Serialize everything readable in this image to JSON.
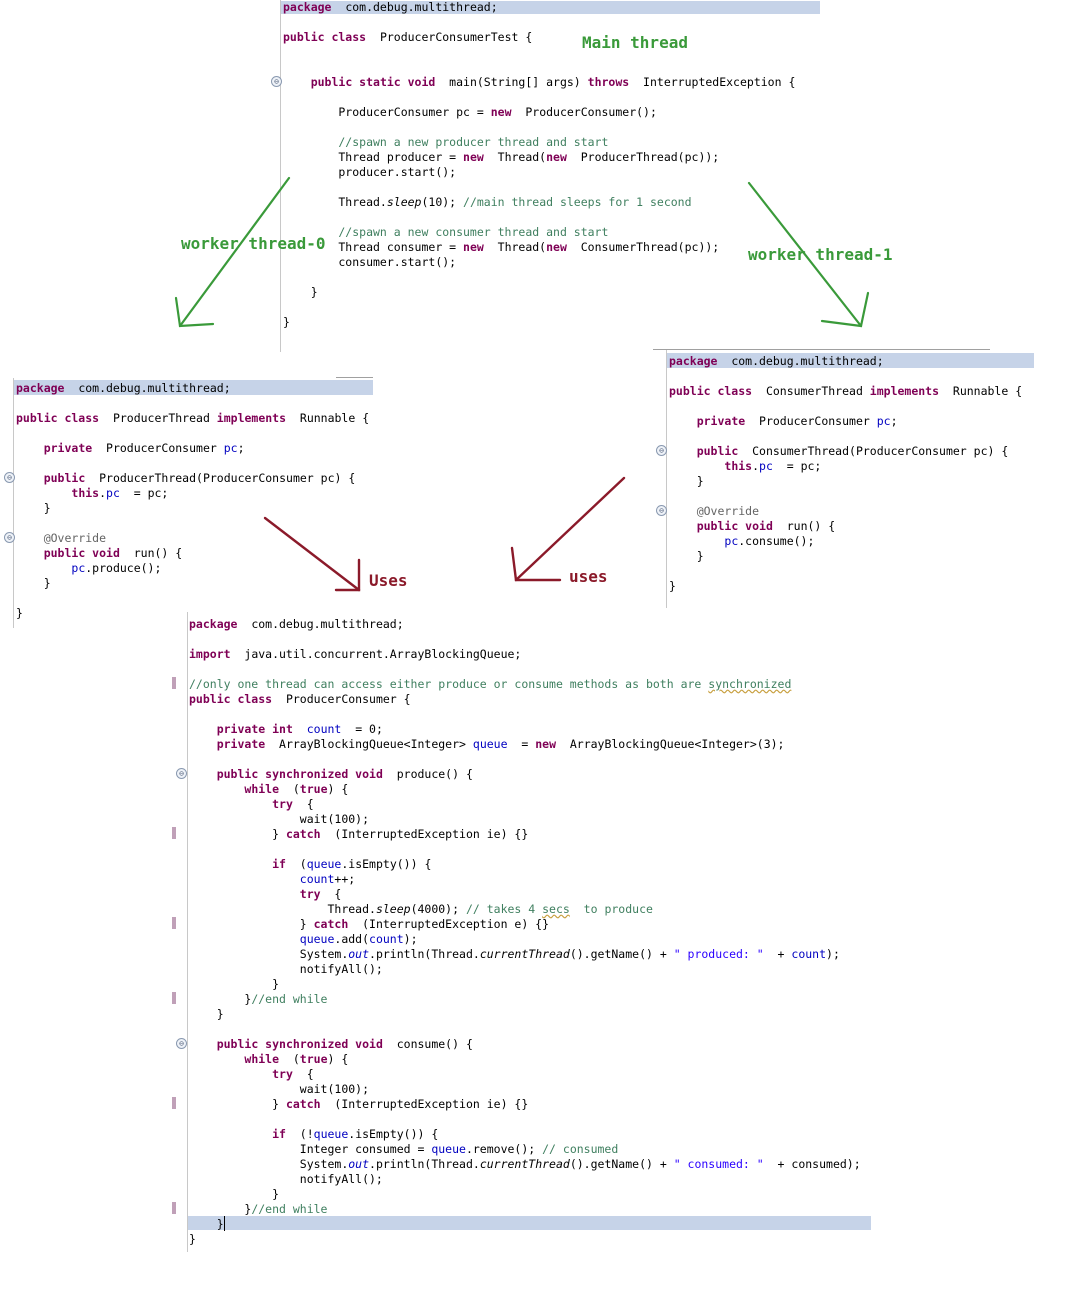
{
  "colors": {
    "keyword": "#7f0055",
    "field": "#0000c0",
    "comment": "#3f7f5f",
    "string": "#2a00ff",
    "annotation": "#646464",
    "green_arrow": "#3a9a3a",
    "red_arrow": "#8b1a2a",
    "line_highlight": "#c6d3e8"
  },
  "labels": {
    "main_thread": "Main thread",
    "worker0": "worker thread-0",
    "worker1": "worker thread-1",
    "uses_left": "Uses",
    "uses_right": "uses"
  },
  "main_code": [
    [
      [
        "k",
        "package"
      ],
      [
        "",
        "  com.debug.multithread;"
      ]
    ],
    [],
    [
      [
        "k",
        "public class"
      ],
      [
        "",
        "  ProducerConsumerTest {"
      ]
    ],
    [],
    [],
    [
      [
        "",
        "    "
      ],
      [
        "k",
        "public static void"
      ],
      [
        "",
        "  main(String[] args) "
      ],
      [
        "k",
        "throws"
      ],
      [
        "",
        "  InterruptedException {"
      ]
    ],
    [],
    [
      [
        "",
        "        ProducerConsumer pc = "
      ],
      [
        "k",
        "new"
      ],
      [
        "",
        "  ProducerConsumer();"
      ]
    ],
    [],
    [
      [
        "c",
        "        //spawn a new producer thread and start"
      ]
    ],
    [
      [
        "",
        "        Thread producer = "
      ],
      [
        "k",
        "new"
      ],
      [
        "",
        "  Thread("
      ],
      [
        "k",
        "new"
      ],
      [
        "",
        "  ProducerThread(pc));"
      ]
    ],
    [
      [
        "",
        "        producer.start();"
      ]
    ],
    [],
    [
      [
        "",
        "        Thread."
      ],
      [
        "i",
        "sleep"
      ],
      [
        "",
        "(10); "
      ],
      [
        "c",
        "//main thread sleeps for 1 second"
      ]
    ],
    [],
    [
      [
        "c",
        "        //spawn a new consumer thread and start"
      ]
    ],
    [
      [
        "",
        "        Thread consumer = "
      ],
      [
        "k",
        "new"
      ],
      [
        "",
        "  Thread("
      ],
      [
        "k",
        "new"
      ],
      [
        "",
        "  ConsumerThread(pc));"
      ]
    ],
    [
      [
        "",
        "        consumer.start();"
      ]
    ],
    [],
    [
      [
        "",
        "    }"
      ]
    ],
    [],
    [
      [
        "",
        "}"
      ]
    ]
  ],
  "producer_code": [
    [
      [
        "k",
        "package"
      ],
      [
        "",
        "  com.debug.multithread;"
      ]
    ],
    [],
    [
      [
        "k",
        "public class"
      ],
      [
        "",
        "  ProducerThread "
      ],
      [
        "k",
        "implements"
      ],
      [
        "",
        "  Runnable {"
      ]
    ],
    [],
    [
      [
        "",
        "    "
      ],
      [
        "k",
        "private"
      ],
      [
        "",
        "  ProducerConsumer "
      ],
      [
        "f",
        "pc"
      ],
      [
        "",
        ";"
      ]
    ],
    [],
    [
      [
        "",
        "    "
      ],
      [
        "k",
        "public"
      ],
      [
        "",
        "  ProducerThread(ProducerConsumer pc) {"
      ]
    ],
    [
      [
        "",
        "        "
      ],
      [
        "k",
        "this"
      ],
      [
        "",
        "."
      ],
      [
        "f",
        "pc"
      ],
      [
        "",
        "  = pc;"
      ]
    ],
    [
      [
        "",
        "    }"
      ]
    ],
    [],
    [
      [
        "a",
        "    @Override"
      ]
    ],
    [
      [
        "",
        "    "
      ],
      [
        "k",
        "public void"
      ],
      [
        "",
        "  run() {"
      ]
    ],
    [
      [
        "",
        "        "
      ],
      [
        "f",
        "pc"
      ],
      [
        "",
        ".produce();"
      ]
    ],
    [
      [
        "",
        "    }"
      ]
    ],
    [],
    [
      [
        "",
        "}"
      ]
    ]
  ],
  "consumer_code": [
    [
      [
        "k",
        "package"
      ],
      [
        "",
        "  com.debug.multithread;"
      ]
    ],
    [],
    [
      [
        "k",
        "public class"
      ],
      [
        "",
        "  ConsumerThread "
      ],
      [
        "k",
        "implements"
      ],
      [
        "",
        "  Runnable {"
      ]
    ],
    [],
    [
      [
        "",
        "    "
      ],
      [
        "k",
        "private"
      ],
      [
        "",
        "  ProducerConsumer "
      ],
      [
        "f",
        "pc"
      ],
      [
        "",
        ";"
      ]
    ],
    [],
    [
      [
        "",
        "    "
      ],
      [
        "k",
        "public"
      ],
      [
        "",
        "  ConsumerThread(ProducerConsumer pc) {"
      ]
    ],
    [
      [
        "",
        "        "
      ],
      [
        "k",
        "this"
      ],
      [
        "",
        "."
      ],
      [
        "f",
        "pc"
      ],
      [
        "",
        "  = pc;"
      ]
    ],
    [
      [
        "",
        "    }"
      ]
    ],
    [],
    [
      [
        "a",
        "    @Override"
      ]
    ],
    [
      [
        "",
        "    "
      ],
      [
        "k",
        "public void"
      ],
      [
        "",
        "  run() {"
      ]
    ],
    [
      [
        "",
        "        "
      ],
      [
        "f",
        "pc"
      ],
      [
        "",
        ".consume();"
      ]
    ],
    [
      [
        "",
        "    }"
      ]
    ],
    [],
    [
      [
        "",
        "}"
      ]
    ]
  ],
  "pc_code": [
    [
      [
        "k",
        "package"
      ],
      [
        "",
        "  com.debug.multithread;"
      ]
    ],
    [],
    [
      [
        "k",
        "import"
      ],
      [
        "",
        "  java.util.concurrent.ArrayBlockingQueue;"
      ]
    ],
    [],
    [
      [
        "c",
        "//only one thread can access either produce or consume methods as both are "
      ],
      [
        "cu",
        "synchronized"
      ]
    ],
    [
      [
        "k",
        "public class"
      ],
      [
        "",
        "  ProducerConsumer {"
      ]
    ],
    [],
    [
      [
        "",
        "    "
      ],
      [
        "k",
        "private int"
      ],
      [
        "",
        "  "
      ],
      [
        "f",
        "count"
      ],
      [
        "",
        "  = 0;"
      ]
    ],
    [
      [
        "",
        "    "
      ],
      [
        "k",
        "private"
      ],
      [
        "",
        "  ArrayBlockingQueue<Integer> "
      ],
      [
        "f",
        "queue"
      ],
      [
        "",
        "  = "
      ],
      [
        "k",
        "new"
      ],
      [
        "",
        "  ArrayBlockingQueue<Integer>(3);"
      ]
    ],
    [],
    [
      [
        "",
        "    "
      ],
      [
        "k",
        "public synchronized void"
      ],
      [
        "",
        "  produce() {"
      ]
    ],
    [
      [
        "",
        "        "
      ],
      [
        "k",
        "while"
      ],
      [
        "",
        "  ("
      ],
      [
        "k",
        "true"
      ],
      [
        "",
        ") {"
      ]
    ],
    [
      [
        "",
        "            "
      ],
      [
        "k",
        "try"
      ],
      [
        "",
        "  {"
      ]
    ],
    [
      [
        "",
        "                wait(100);"
      ]
    ],
    [
      [
        "",
        "            } "
      ],
      [
        "k",
        "catch"
      ],
      [
        "",
        "  (InterruptedException ie) {}"
      ]
    ],
    [],
    [
      [
        "",
        "            "
      ],
      [
        "k",
        "if"
      ],
      [
        "",
        "  ("
      ],
      [
        "f",
        "queue"
      ],
      [
        "",
        ".isEmpty()) {"
      ]
    ],
    [
      [
        "",
        "                "
      ],
      [
        "f",
        "count"
      ],
      [
        "",
        "++;"
      ]
    ],
    [
      [
        "",
        "                "
      ],
      [
        "k",
        "try"
      ],
      [
        "",
        "  {"
      ]
    ],
    [
      [
        "",
        "                    Thread."
      ],
      [
        "i",
        "sleep"
      ],
      [
        "",
        "(4000); "
      ],
      [
        "c",
        "// takes 4 "
      ],
      [
        "cu",
        "secs"
      ],
      [
        "c",
        "  to produce"
      ]
    ],
    [
      [
        "",
        "                } "
      ],
      [
        "k",
        "catch"
      ],
      [
        "",
        "  (InterruptedException e) {}"
      ]
    ],
    [
      [
        "",
        "                "
      ],
      [
        "f",
        "queue"
      ],
      [
        "",
        ".add("
      ],
      [
        "f",
        "count"
      ],
      [
        "",
        ");"
      ]
    ],
    [
      [
        "",
        "                System."
      ],
      [
        "fi",
        "out"
      ],
      [
        "",
        ".println(Thread."
      ],
      [
        "i",
        "currentThread"
      ],
      [
        "",
        "().getName() + "
      ],
      [
        "s",
        "\" produced: \""
      ],
      [
        "",
        "  + "
      ],
      [
        "f",
        "count"
      ],
      [
        "",
        ");"
      ]
    ],
    [
      [
        "",
        "                notifyAll();"
      ]
    ],
    [
      [
        "",
        "            }"
      ]
    ],
    [
      [
        "",
        "        }"
      ],
      [
        "c",
        "//end while"
      ]
    ],
    [
      [
        "",
        "    }"
      ]
    ],
    [],
    [
      [
        "",
        "    "
      ],
      [
        "k",
        "public synchronized void"
      ],
      [
        "",
        "  consume() {"
      ]
    ],
    [
      [
        "",
        "        "
      ],
      [
        "k",
        "while"
      ],
      [
        "",
        "  ("
      ],
      [
        "k",
        "true"
      ],
      [
        "",
        ") {"
      ]
    ],
    [
      [
        "",
        "            "
      ],
      [
        "k",
        "try"
      ],
      [
        "",
        "  {"
      ]
    ],
    [
      [
        "",
        "                wait(100);"
      ]
    ],
    [
      [
        "",
        "            } "
      ],
      [
        "k",
        "catch"
      ],
      [
        "",
        "  (InterruptedException ie) {}"
      ]
    ],
    [],
    [
      [
        "",
        "            "
      ],
      [
        "k",
        "if"
      ],
      [
        "",
        "  (!"
      ],
      [
        "f",
        "queue"
      ],
      [
        "",
        ".isEmpty()) {"
      ]
    ],
    [
      [
        "",
        "                Integer consumed = "
      ],
      [
        "f",
        "queue"
      ],
      [
        "",
        ".remove(); "
      ],
      [
        "c",
        "// consumed"
      ]
    ],
    [
      [
        "",
        "                System."
      ],
      [
        "fi",
        "out"
      ],
      [
        "",
        ".println(Thread."
      ],
      [
        "i",
        "currentThread"
      ],
      [
        "",
        "().getName() + "
      ],
      [
        "s",
        "\" consumed: \""
      ],
      [
        "",
        "  + consumed);"
      ]
    ],
    [
      [
        "",
        "                notifyAll();"
      ]
    ],
    [
      [
        "",
        "            }"
      ]
    ],
    [
      [
        "",
        "        }"
      ],
      [
        "c",
        "//end while"
      ]
    ],
    [
      [
        "",
        "    }"
      ]
    ],
    [
      [
        "",
        "}"
      ]
    ]
  ]
}
